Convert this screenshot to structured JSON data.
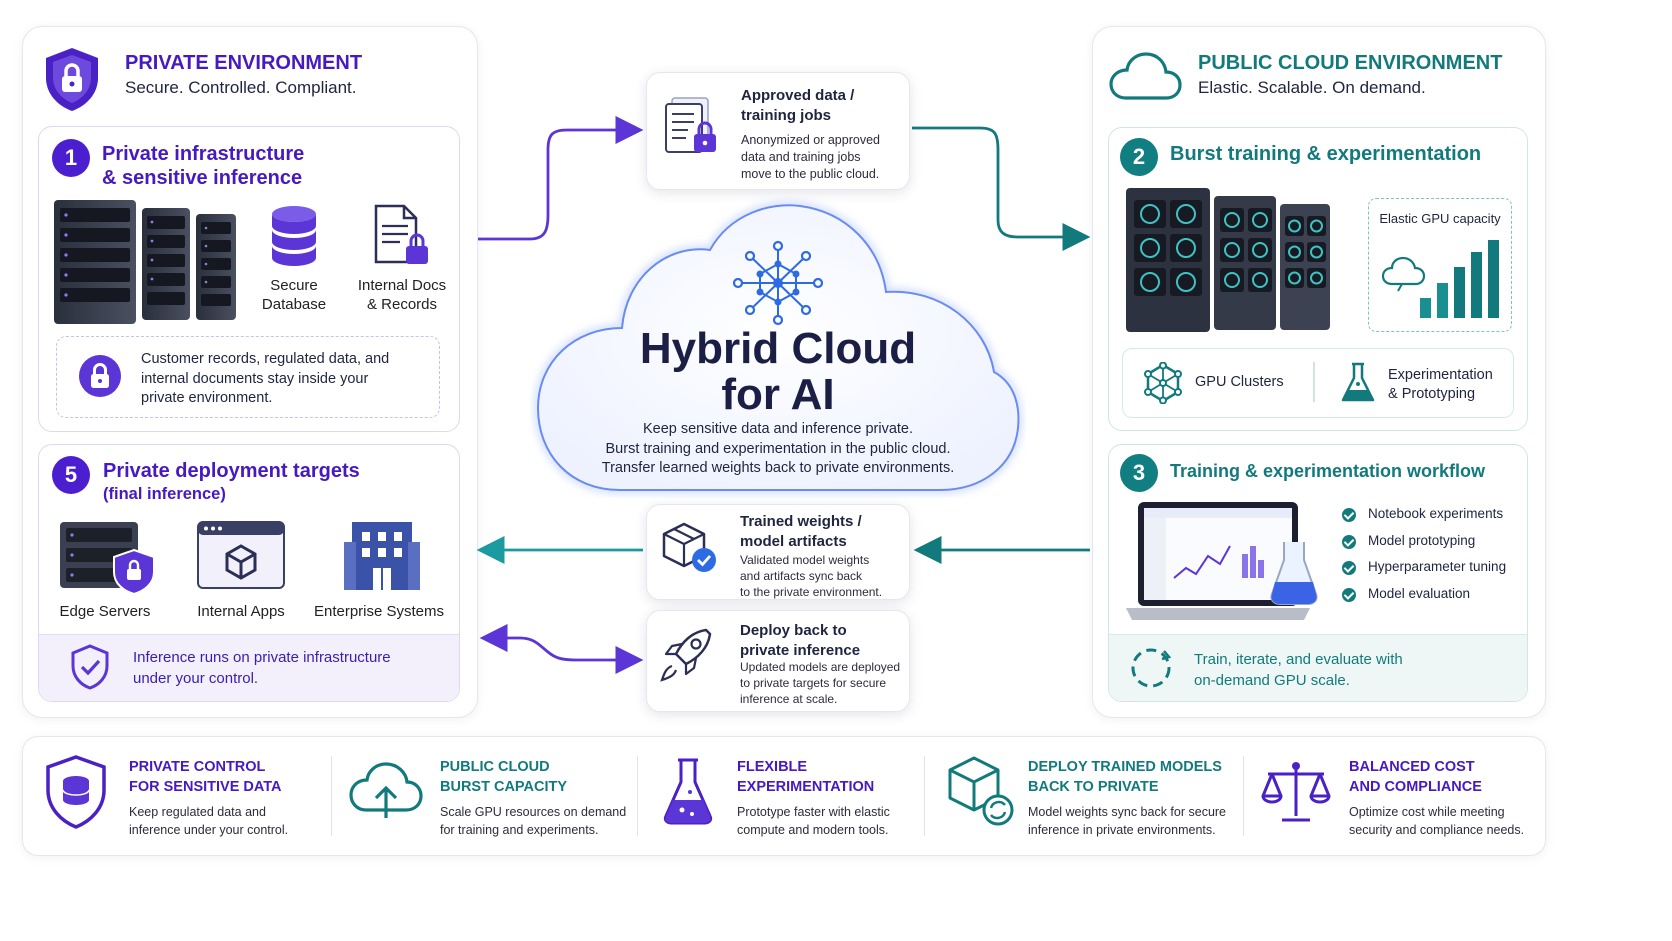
{
  "private_env": {
    "title": "PRIVATE ENVIRONMENT",
    "subtitle": "Secure. Controlled. Compliant.",
    "section1": {
      "number": "1",
      "title_line1": "Private infrastructure",
      "title_line2": "& sensitive inference",
      "items": [
        {
          "line1": "Secure",
          "line2": "Database"
        },
        {
          "line1": "Internal Docs",
          "line2": "& Records"
        }
      ],
      "note_lines": [
        "Customer records, regulated data, and",
        "internal documents stay inside your",
        "private environment."
      ]
    },
    "section5": {
      "number": "5",
      "title": "Private deployment targets",
      "subtitle": "(final inference)",
      "targets": [
        "Edge Servers",
        "Internal Apps",
        "Enterprise Systems"
      ],
      "note_lines": [
        "Inference runs on private infrastructure",
        "under your control."
      ]
    }
  },
  "public_env": {
    "title": "PUBLIC CLOUD ENVIRONMENT",
    "subtitle": "Elastic. Scalable. On demand.",
    "section2": {
      "number": "2",
      "title": "Burst training & experimentation",
      "gpu_capacity_label": "Elastic GPU capacity",
      "gpu_bars": [
        0.25,
        0.45,
        0.65,
        0.85,
        1.0
      ],
      "items": [
        {
          "line1": "GPU Clusters",
          "line2": ""
        },
        {
          "line1": "Experimentation",
          "line2": "& Prototyping"
        }
      ]
    },
    "section3": {
      "number": "3",
      "title": "Training & experimentation workflow",
      "checklist": [
        "Notebook experiments",
        "Model prototyping",
        "Hyperparameter tuning",
        "Model evaluation"
      ],
      "note_lines": [
        "Train, iterate, and evaluate with",
        "on-demand GPU scale."
      ]
    }
  },
  "center": {
    "title_line1": "Hybrid Cloud",
    "title_line2": "for AI",
    "lines": [
      "Keep sensitive data and inference private.",
      "Burst training and experimentation in the public cloud.",
      "Transfer learned weights back to private environments."
    ]
  },
  "flows": {
    "approved": {
      "title_lines": [
        "Approved data /",
        "training jobs"
      ],
      "body_lines": [
        "Anonymized or approved",
        "data and training jobs",
        "move to the public cloud."
      ]
    },
    "weights": {
      "title_lines": [
        "Trained weights /",
        "model artifacts"
      ],
      "body_lines": [
        "Validated model weights",
        "and artifacts sync back",
        "to the private environment."
      ]
    },
    "deploy": {
      "title_lines": [
        "Deploy back to",
        "private inference"
      ],
      "body_lines": [
        "Updated models are deployed",
        "to private targets for secure",
        "inference at scale."
      ]
    }
  },
  "benefits": [
    {
      "title_lines": [
        "PRIVATE CONTROL",
        "FOR SENSITIVE DATA"
      ],
      "body_lines": [
        "Keep regulated data and",
        "inference under your control."
      ],
      "icon": "shield-database-icon"
    },
    {
      "title_lines": [
        "PUBLIC CLOUD",
        "BURST CAPACITY"
      ],
      "body_lines": [
        "Scale GPU resources on demand",
        "for training and experiments."
      ],
      "icon": "cloud-upload-icon"
    },
    {
      "title_lines": [
        "FLEXIBLE",
        "EXPERIMENTATION"
      ],
      "body_lines": [
        "Prototype faster with elastic",
        "compute and modern tools."
      ],
      "icon": "flask-icon"
    },
    {
      "title_lines": [
        "DEPLOY TRAINED MODELS",
        "BACK TO PRIVATE"
      ],
      "body_lines": [
        "Model weights sync back for secure",
        "inference in private environments."
      ],
      "icon": "cube-sync-icon"
    },
    {
      "title_lines": [
        "BALANCED COST",
        "AND COMPLIANCE"
      ],
      "body_lines": [
        "Optimize cost while meeting",
        "security and compliance needs."
      ],
      "icon": "scales-icon"
    }
  ],
  "colors": {
    "private": "#4619c2",
    "public": "#127a7c",
    "dark": "#1c1f45"
  }
}
